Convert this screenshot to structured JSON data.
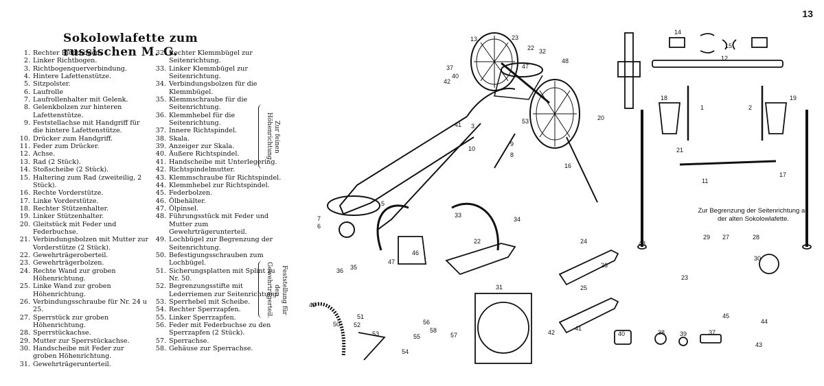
{
  "page_number": "13",
  "title": "Sokolowlafette zum russischen M. G.",
  "left_column": [
    {
      "n": "1.",
      "t": "Rechter Richtbogen."
    },
    {
      "n": "2.",
      "t": "Linker Richtbogen."
    },
    {
      "n": "3.",
      "t": "Richtbogenquerverbindung."
    },
    {
      "n": "4.",
      "t": "Hintere Lafettenstütze."
    },
    {
      "n": "5.",
      "t": "Sitzpolster."
    },
    {
      "n": "6.",
      "t": "Laufrolle"
    },
    {
      "n": "7.",
      "t": "Laufrollenhalter mit Gelenk."
    },
    {
      "n": "8.",
      "t": "Gelenkbolzen zur hinteren Lafettenstütze."
    },
    {
      "n": "9.",
      "t": "Feststellachse mit Handgriff für die hintere Lafettenstütze."
    },
    {
      "n": "10.",
      "t": "Drücker zum Handgriff."
    },
    {
      "n": "11.",
      "t": "Feder zum Drücker."
    },
    {
      "n": "12.",
      "t": "Achse."
    },
    {
      "n": "13.",
      "t": "Rad (2 Stück)."
    },
    {
      "n": "14.",
      "t": "Stoßscheibe (2 Stück)."
    },
    {
      "n": "15.",
      "t": "Haltering zum Rad (zweiteilig, 2 Stück)."
    },
    {
      "n": "16.",
      "t": "Rechte Vorderstütze."
    },
    {
      "n": "17.",
      "t": "Linke Vorderstütze."
    },
    {
      "n": "18.",
      "t": "Rechter Stützenhalter."
    },
    {
      "n": "19.",
      "t": "Linker Stützenhalter."
    },
    {
      "n": "20.",
      "t": "Gleitstück mit Feder und Federbuchse."
    },
    {
      "n": "21.",
      "t": "Verbindungsbolzen mit Mutter zur Vorderstütze (2 Stück)."
    },
    {
      "n": "22.",
      "t": "Gewehrträgeroberteil."
    },
    {
      "n": "23.",
      "t": "Gewehrträgerbolzen."
    },
    {
      "n": "24.",
      "t": "Rechte Wand zur groben Höhenrichtung."
    },
    {
      "n": "25.",
      "t": "Linke Wand zur groben Höhenrichtung."
    },
    {
      "n": "26.",
      "t": "Verbindungsschraube für Nr. 24 u 25."
    },
    {
      "n": "27.",
      "t": "Sperrstück zur groben Höhenrichtung."
    },
    {
      "n": "28.",
      "t": "Sperrstückachse."
    },
    {
      "n": "29.",
      "t": "Mutter zur Sperrstückachse."
    },
    {
      "n": "30.",
      "t": "Handscheibe mit Feder zur groben Höhenrichtung."
    },
    {
      "n": "31.",
      "t": "Gewehrträgerunterteil."
    }
  ],
  "right_column": [
    {
      "n": "32.",
      "t": "Rechter Klemmbügel zur Seitenrichtung."
    },
    {
      "n": "33.",
      "t": "Linker Klemmbügel zur Seitenrichtung."
    },
    {
      "n": "34.",
      "t": "Verbindungsbolzen für die Klemmbügel."
    },
    {
      "n": "35.",
      "t": "Klemmschraube für die Seitenrichtung."
    },
    {
      "n": "36.",
      "t": "Klemmhebel für die Seitenrichtung."
    },
    {
      "n": "37.",
      "t": "Innere Richtspindel."
    },
    {
      "n": "38.",
      "t": "Skala."
    },
    {
      "n": "39.",
      "t": "Anzeiger zur Skala."
    },
    {
      "n": "40.",
      "t": "Äußere Richtspindel."
    },
    {
      "n": "41.",
      "t": "Handscheibe mit Unterlegering."
    },
    {
      "n": "42.",
      "t": "Richtspindelmutter."
    },
    {
      "n": "43.",
      "t": "Klemmschraube für Richtspindel."
    },
    {
      "n": "44.",
      "t": "Klemmhebel zur Richtspindel."
    },
    {
      "n": "45.",
      "t": "Federbolzen."
    },
    {
      "n": "46.",
      "t": "Ölbehälter."
    },
    {
      "n": "47.",
      "t": "Ölpinsel."
    },
    {
      "n": "48.",
      "t": "Führungsstück mit Feder und Mutter zum Gewehrträgerunterteil."
    },
    {
      "n": "49.",
      "t": "Lochbügel zur Begrenzung der Seitenrichtung."
    },
    {
      "n": "50.",
      "t": "Befestigungsschrauben zum Lochbügel."
    },
    {
      "n": "51.",
      "t": "Sicherungsplatten mit Splint zu Nr. 50."
    },
    {
      "n": "52.",
      "t": "Begrenzungsstifte mit Lederriemen zur Seitenrichtung."
    },
    {
      "n": "53.",
      "t": "Sperrhebel mit Scheibe."
    },
    {
      "n": "54.",
      "t": "Rechter Sperrzapfen."
    },
    {
      "n": "55.",
      "t": "Linker Sperrzapfen."
    },
    {
      "n": "56.",
      "t": "Feder mit Federbuchse zu den Sperrzapfen (2 Stück)."
    },
    {
      "n": "57.",
      "t": "Sperrachse."
    },
    {
      "n": "58.",
      "t": "Gehäuse zur Sperrachse."
    }
  ],
  "bracket_fine": "Zur feinen Höhenrichtung.",
  "bracket_lock": "Feststellung für den Gewehrträgerteil.",
  "note": "Zur Begrenzung der Seitenrichtung an der alten Sokolowlafette.",
  "callouts": [
    "1",
    "2",
    "3",
    "4",
    "5",
    "6",
    "7",
    "8",
    "9",
    "10",
    "11",
    "12",
    "13",
    "14",
    "15",
    "16",
    "17",
    "18",
    "19",
    "20",
    "21",
    "22",
    "23",
    "24",
    "25",
    "26",
    "27",
    "28",
    "29",
    "30",
    "31",
    "32",
    "33",
    "34",
    "35",
    "36",
    "37",
    "38",
    "39",
    "40",
    "41",
    "42",
    "43",
    "44",
    "45",
    "46",
    "47",
    "48",
    "49",
    "50",
    "51",
    "52",
    "53",
    "54",
    "55",
    "56",
    "57",
    "58"
  ]
}
